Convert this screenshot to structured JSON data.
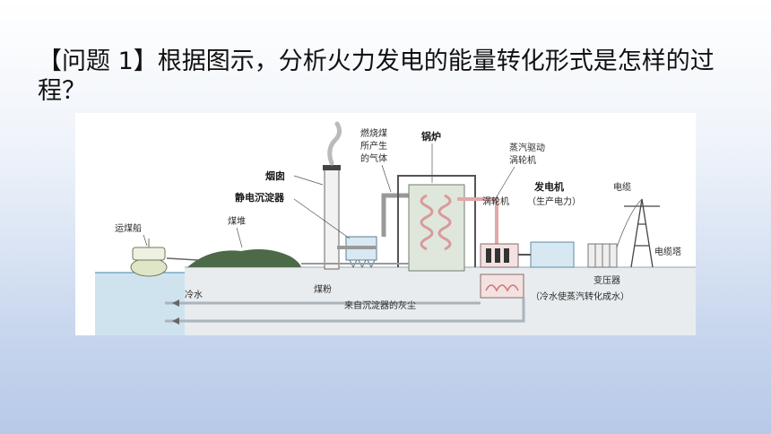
{
  "question": {
    "title": "【问题 1】根据图示，分析火力发电的能量转化形式是怎样的过程？"
  },
  "diagram": {
    "labels": {
      "coal_ship": "运煤船",
      "coal_pile": "煤堆",
      "chimney": "烟囱",
      "precipitator": "静电沉淀器",
      "gas_l1": "燃烧煤",
      "gas_l2": "所产生",
      "gas_l3": "的气体",
      "boiler": "锅炉",
      "steam_l1": "蒸汽驱动",
      "steam_l2": "涡轮机",
      "turbine": "涡轮机",
      "generator": "发电机",
      "generator_note": "（生产电力）",
      "cable": "电缆",
      "cable_tower": "电缆塔",
      "transformer": "变压器",
      "cold_water": "冷水",
      "coal_powder": "煤粉",
      "ash": "来自沉淀器的灰尘",
      "condenser_note": "（冷水使蒸汽转化成水）"
    }
  }
}
